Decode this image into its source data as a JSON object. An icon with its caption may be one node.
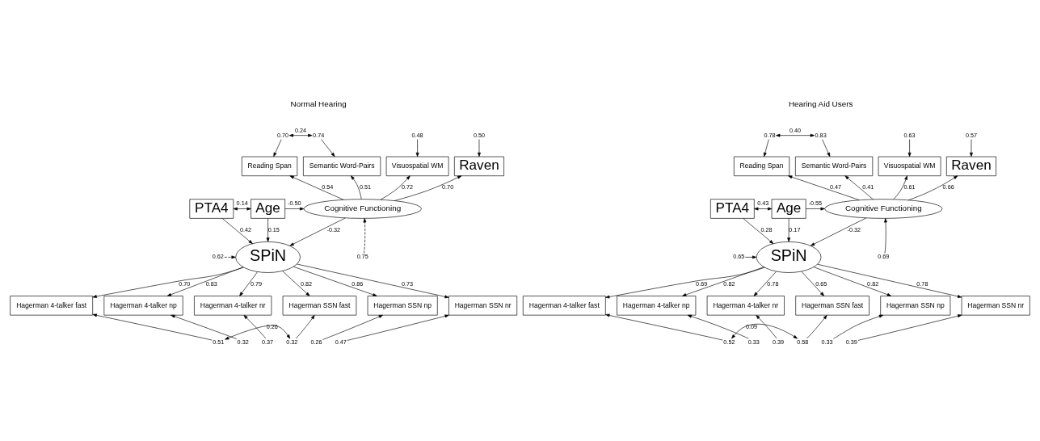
{
  "diagram": {
    "nodes": [
      {
        "text": [
          "0.70"
        ]
      },
      {
        "text": [
          "0.74"
        ]
      },
      {
        "text": [
          "0.48"
        ]
      },
      {
        "text": [
          "0.50"
        ]
      },
      {
        "text": [
          "Reading Span"
        ]
      },
      {
        "text": [
          "Semantic Word-Pairs"
        ]
      },
      {
        "text": [
          "Visuospatial WM"
        ]
      },
      {
        "text": [
          "Raven"
        ]
      },
      {
        "text": [
          "PTA4"
        ]
      },
      {
        "text": [
          "Age"
        ]
      },
      {
        "text": [
          "Cognitive Functioning"
        ]
      },
      {
        "text": [
          "0.75"
        ]
      },
      {
        "text": [
          "SPiN"
        ]
      },
      {
        "text": [
          "0.62"
        ]
      },
      {
        "text": [
          "Hagerman 4-talker fast"
        ]
      },
      {
        "text": [
          "Hagerman 4-talker np"
        ]
      },
      {
        "text": [
          "Hagerman 4-talker nr"
        ]
      },
      {
        "text": [
          "Hagerman SSN fast"
        ]
      },
      {
        "text": [
          "Hagerman SSN np"
        ]
      },
      {
        "text": [
          "Hagerman SSN nr"
        ]
      },
      {
        "text": [
          "0.51"
        ]
      },
      {
        "text": [
          "0.32"
        ]
      },
      {
        "text": [
          "0.37"
        ]
      },
      {
        "text": [
          "0.32"
        ]
      },
      {
        "text": [
          "0.26"
        ]
      },
      {
        "text": [
          "0.47"
        ]
      },
      {
        "text": [
          "0.78"
        ]
      },
      {
        "text": [
          "0.83"
        ]
      },
      {
        "text": [
          "0.63"
        ]
      },
      {
        "text": [
          "0.57"
        ]
      },
      {
        "text": [
          "Reading Span"
        ]
      },
      {
        "text": [
          "Semantic Word-Pairs"
        ]
      },
      {
        "text": [
          "Visuospatial WM"
        ]
      },
      {
        "text": [
          "Raven"
        ]
      },
      {
        "text": [
          "PTA4"
        ]
      },
      {
        "text": [
          "Age"
        ]
      },
      {
        "text": [
          "Cognitive Functioning"
        ]
      },
      {
        "text": [
          "0.69"
        ]
      },
      {
        "text": [
          "SPiN"
        ]
      },
      {
        "text": [
          "0.65"
        ]
      },
      {
        "text": [
          "Hagerman 4-talker fast"
        ]
      },
      {
        "text": [
          "Hagerman 4-talker np"
        ]
      },
      {
        "text": [
          "Hagerman 4-talker nr"
        ]
      },
      {
        "text": [
          "Hagerman SSN fast"
        ]
      },
      {
        "text": [
          "Hagerman SSN np"
        ]
      },
      {
        "text": [
          "Hagerman SSN nr"
        ]
      },
      {
        "text": [
          "0.52"
        ]
      },
      {
        "text": [
          "0.33"
        ]
      },
      {
        "text": [
          "0.39"
        ]
      },
      {
        "text": [
          "0.58"
        ]
      },
      {
        "text": [
          "0.33"
        ]
      },
      {
        "text": [
          "0.39"
        ]
      }
    ],
    "edges": [
      {
        "from": 0,
        "to": 4,
        "arrow": "to"
      },
      {
        "from": 1,
        "to": 5,
        "arrow": "to"
      },
      {
        "from": 2,
        "to": 6,
        "arrow": "to"
      },
      {
        "from": 3,
        "to": 7,
        "arrow": "to"
      },
      {
        "from": 0,
        "to": 1,
        "arrow": "both",
        "label": "0.24"
      },
      {
        "from": 10,
        "to": 4,
        "arrow": "to",
        "label": "0.54"
      },
      {
        "from": 10,
        "to": 5,
        "arrow": "to",
        "label": "0.51"
      },
      {
        "from": 10,
        "to": 6,
        "arrow": "to",
        "label": "0.72"
      },
      {
        "from": 10,
        "to": 7,
        "arrow": "to",
        "label": "0.70"
      },
      {
        "from": 9,
        "to": 10,
        "arrow": "to",
        "label": "-0.50"
      },
      {
        "from": 8,
        "to": 9,
        "arrow": "both",
        "label": "0.14"
      },
      {
        "from": 8,
        "to": 12,
        "arrow": "to",
        "label": "0.42"
      },
      {
        "from": 9,
        "to": 12,
        "arrow": "to",
        "label": "0.15"
      },
      {
        "from": 10,
        "to": 12,
        "arrow": "to",
        "label": "-0.32"
      },
      {
        "from": 11,
        "to": 10,
        "arrow": "to",
        "style": "dashed"
      },
      {
        "from": 13,
        "to": 12,
        "arrow": "to",
        "style": "dashed"
      },
      {
        "from": 12,
        "to": 14,
        "arrow": "to",
        "label": "0.70"
      },
      {
        "from": 12,
        "to": 15,
        "arrow": "to",
        "label": "0.83"
      },
      {
        "from": 12,
        "to": 16,
        "arrow": "to",
        "label": "0.79"
      },
      {
        "from": 12,
        "to": 17,
        "arrow": "to",
        "label": "0.82"
      },
      {
        "from": 12,
        "to": 18,
        "arrow": "to",
        "label": "0.86"
      },
      {
        "from": 12,
        "to": 19,
        "arrow": "to",
        "label": "0.73"
      },
      {
        "from": 20,
        "to": 14,
        "arrow": "to"
      },
      {
        "from": 21,
        "to": 15,
        "arrow": "to"
      },
      {
        "from": 22,
        "to": 16,
        "arrow": "to"
      },
      {
        "from": 23,
        "to": 17,
        "arrow": "to"
      },
      {
        "from": 24,
        "to": 18,
        "arrow": "to"
      },
      {
        "from": 25,
        "to": 19,
        "arrow": "to"
      },
      {
        "from": 20,
        "to": 23,
        "arrow": "both",
        "label": "0.26"
      },
      {
        "from": 26,
        "to": 30,
        "arrow": "to"
      },
      {
        "from": 27,
        "to": 31,
        "arrow": "to"
      },
      {
        "from": 28,
        "to": 32,
        "arrow": "to"
      },
      {
        "from": 29,
        "to": 33,
        "arrow": "to"
      },
      {
        "from": 26,
        "to": 27,
        "arrow": "both",
        "label": "0.40"
      },
      {
        "from": 36,
        "to": 30,
        "arrow": "to",
        "label": "0.47"
      },
      {
        "from": 36,
        "to": 31,
        "arrow": "to",
        "label": "0.41"
      },
      {
        "from": 36,
        "to": 32,
        "arrow": "to",
        "label": "0.61"
      },
      {
        "from": 36,
        "to": 33,
        "arrow": "to",
        "label": "0.66"
      },
      {
        "from": 35,
        "to": 36,
        "arrow": "to",
        "label": "-0.55"
      },
      {
        "from": 34,
        "to": 35,
        "arrow": "both",
        "label": "0.43"
      },
      {
        "from": 34,
        "to": 38,
        "arrow": "to",
        "label": "0.28"
      },
      {
        "from": 35,
        "to": 38,
        "arrow": "to",
        "label": "0.17"
      },
      {
        "from": 36,
        "to": 38,
        "arrow": "to",
        "label": "-0.32"
      },
      {
        "from": 37,
        "to": 36,
        "arrow": "to"
      },
      {
        "from": 39,
        "to": 38,
        "arrow": "to"
      },
      {
        "from": 38,
        "to": 40,
        "arrow": "to",
        "label": "0.69"
      },
      {
        "from": 38,
        "to": 41,
        "arrow": "to",
        "label": "0.82"
      },
      {
        "from": 38,
        "to": 42,
        "arrow": "to",
        "label": "0.78"
      },
      {
        "from": 38,
        "to": 43,
        "arrow": "to",
        "label": "0.65"
      },
      {
        "from": 38,
        "to": 44,
        "arrow": "to",
        "label": "0.82"
      },
      {
        "from": 38,
        "to": 45,
        "arrow": "to",
        "label": "0.78"
      },
      {
        "from": 46,
        "to": 40,
        "arrow": "to"
      },
      {
        "from": 47,
        "to": 41,
        "arrow": "to"
      },
      {
        "from": 48,
        "to": 42,
        "arrow": "to"
      },
      {
        "from": 49,
        "to": 43,
        "arrow": "to"
      },
      {
        "from": 50,
        "to": 44,
        "arrow": "to"
      },
      {
        "from": 51,
        "to": 45,
        "arrow": "to"
      },
      {
        "from": 46,
        "to": 49,
        "arrow": "both",
        "label": "0.09"
      }
    ],
    "labels": [
      "Normal Hearing",
      "Hearing Aid Users"
    ]
  }
}
